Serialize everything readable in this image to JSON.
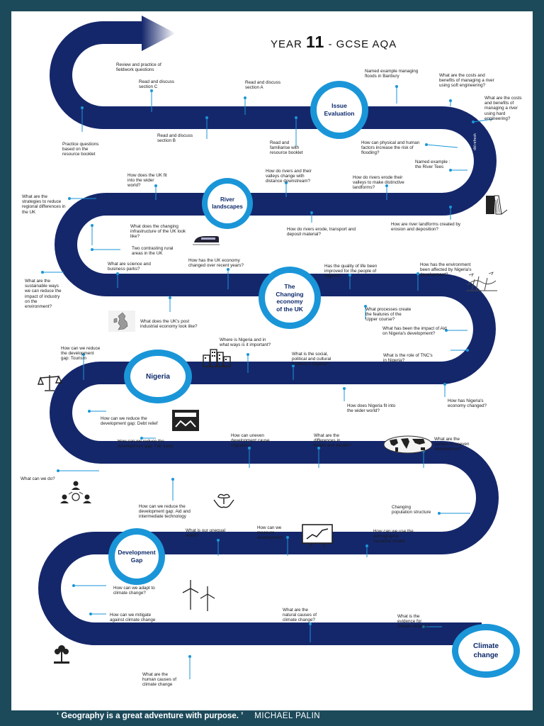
{
  "title": {
    "prefix": "YEAR ",
    "number": "11",
    "suffix": " - GCSE AQA"
  },
  "footer": {
    "quote": "‘ Geography is a great adventure with purpose. ’",
    "author": "MICHAEL PALIN"
  },
  "units": {
    "issue_evaluation": "Issue\nEvaluation",
    "river_landscapes": "River\nlandscapes",
    "changing_economy": "The\nChanging\neconomy\nof the UK",
    "nigeria": "Nigeria",
    "development_gap": "Development\nGap",
    "climate_change": "Climate\nchange"
  },
  "labels": [
    "Review and practice of\nfieldwork questions",
    "Read and discuss\nsection C",
    "Read and discuss\nsection A",
    "Named example managing\nfloods in Banbury",
    "What are the costs and\nbenefits of managing a river\nusing soft engineering?",
    "What are the costs\nand benefits of\nmanaging a river\nusing hard\nengineering?",
    "Practice questions\nbased on the\nresource booklet",
    "Read and discuss\nsection B",
    "Read and\nfamiliarise with\nresource booklet",
    "How can physical and human\nfactors increase the risk of\nflooding?",
    "Named example :\nthe River Tees",
    "How does the UK fit\ninto the wider\nworld?",
    "How do rivers and their\nvalleys change with\ndistance downstream?",
    "How do rivers erode their\nvalleys to make distinctive\nlandforms?",
    "What are the\nstrategies to reduce\nregional differences in\nthe UK",
    "What does the changing\ninfrastructure of the UK look\nlike?",
    "How do rivers erode, transport and\ndeposit material?",
    "How are river landforms created by\nerosion and deposition?",
    "Two contrasting rural\nareas in the UK",
    "What are science and\nbusiness parks?",
    "How has the UK economy\nchanged over recent years?",
    "Has the quality of life been\nimproved for the people of\nNigeria?",
    "How has the environment\nbeen affected by Nigeria's\ndevelopment?",
    "What are the\nsustainable ways\nwe can reduce the\nimpact of industry\non the\nenvironment?",
    "What processes create\nthe features of the\nUpper course?",
    "What does the UK's post\nindustrial economy look like?",
    "What has been the impact of Aid\non Nigeria's development?",
    "Where is Nigeria and in\nwhat ways is it important?",
    "How can we reduce\nthe development\ngap: Tourism",
    "What is the social,\npolitical and cultural\ncontext in Nigeria?",
    "What is the role of TNC's\nin Nigeria?",
    "How does Nigeria fit into\nthe wider world?",
    "How has Nigeria's\neconomy changed?",
    "How can we reduce the\ndevelopment gap: Debt relief",
    "How can we reduce the\ndevelopment gap: Fair trade",
    "How can uneven\ndevelopment cause\nmigration?",
    "What are the\ndifferences in\nhealth and wealth?",
    "What are the\ncauses of uneven\ndevelopment?",
    "What can we do?",
    "How can we reduce the\ndevelopment gap: Aid and\nintermediate technology",
    "Changing\npopulation structure",
    "What is our unequal\nworld?",
    "How can we\nmeasure\ndevelopment",
    "How can we use the\ndemographic\ntransition model",
    "How can we adapt to\nclimate change?",
    "How can we mitigate\nagainst climate change",
    "What are the\nnatural causes of\nclimate change?",
    "What is the\nevidence for\nclimate change?",
    "What are the\nhuman causes of\nclimate change",
    "did refresh"
  ]
}
